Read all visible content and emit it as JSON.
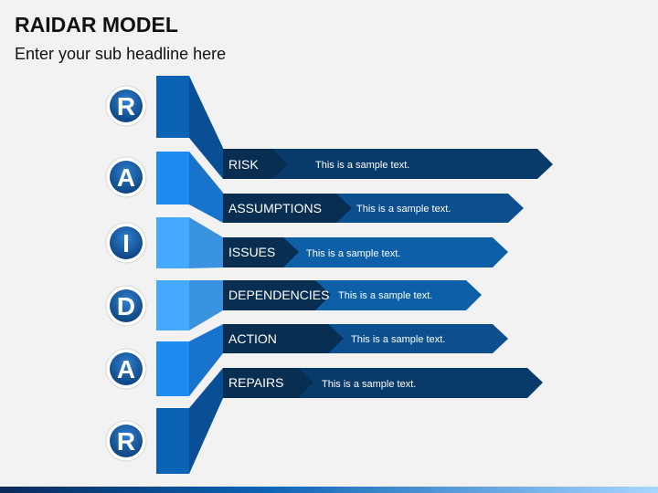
{
  "header": {
    "title": "RAIDAR MODEL",
    "subtitle": "Enter your sub headline here"
  },
  "items": [
    {
      "letter": "R",
      "label": "RISK",
      "text": "This is a sample text."
    },
    {
      "letter": "A",
      "label": "ASSUMPTIONS",
      "text": "This is a sample text."
    },
    {
      "letter": "I",
      "label": "ISSUES",
      "text": "This is a sample text."
    },
    {
      "letter": "D",
      "label": "DEPENDENCIES",
      "text": "This is a sample text."
    },
    {
      "letter": "A",
      "label": "ACTION",
      "text": "This is a sample text."
    },
    {
      "letter": "R",
      "label": "REPAIRS",
      "text": "This is a sample text."
    }
  ],
  "colors": {
    "background": "#f2f2f2",
    "block_shades": [
      "#0b63b5",
      "#1d8bef",
      "#45aaff",
      "#45aaff",
      "#1d8bef",
      "#0b63b5"
    ],
    "fold_shades": [
      "#0a4f95",
      "#1873cc",
      "#3a93e0",
      "#3a93e0",
      "#1873cc",
      "#0a4f95"
    ],
    "label_dark": "#082e52",
    "arrow_shades": [
      "#083a6a",
      "#0b4f8f",
      "#0d5fa8",
      "#0d5fa8",
      "#0b4f8f",
      "#083a6a"
    ]
  }
}
